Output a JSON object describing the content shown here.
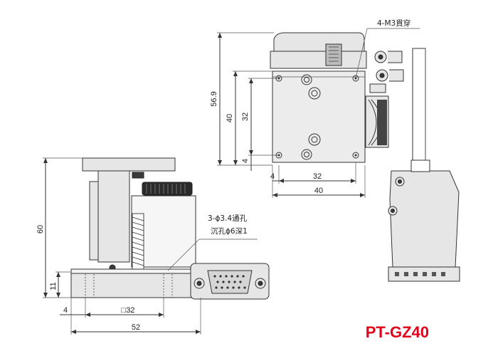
{
  "model": "PT-GZ40",
  "top_view": {
    "notes": {
      "tapped_holes": "4-M3貫穿"
    },
    "dims": {
      "overall_height": "56.9",
      "height_40": "40",
      "height_32": "32",
      "offset_4": "4",
      "width_32": "32",
      "width_40": "40"
    }
  },
  "front_view": {
    "notes": {
      "through_holes": "3-ϕ3.4通孔",
      "counterbore": "沉孔ϕ6深1"
    },
    "dims": {
      "height_60": "60",
      "base_height": "11",
      "offset_4": "4",
      "square_32": "□32",
      "width_52": "52"
    }
  }
}
